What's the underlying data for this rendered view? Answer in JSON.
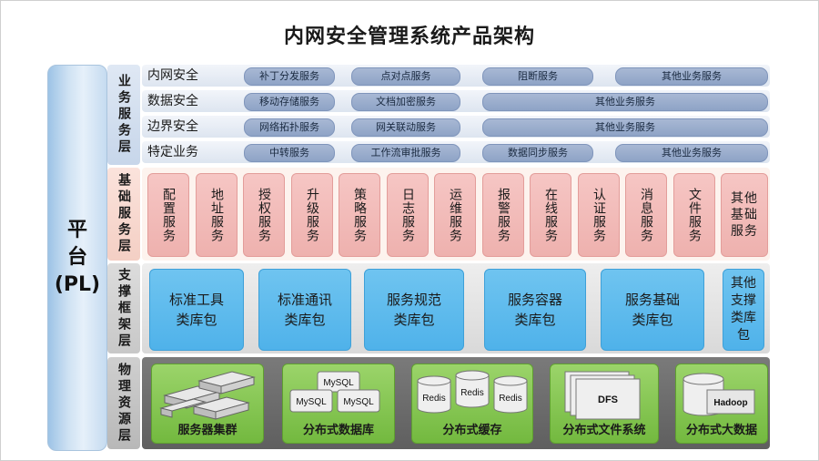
{
  "title": "内网安全管理系统产品架构",
  "platform": {
    "line1": "平",
    "line2": "台",
    "line3": "(PL)"
  },
  "layers": {
    "business": {
      "label": "业务服务层",
      "rows": [
        {
          "name": "内网安全",
          "items": [
            "补丁分发服务",
            "点对点服务",
            "阻断服务",
            "其他业务服务"
          ]
        },
        {
          "name": "数据安全",
          "items": [
            "移动存储服务",
            "文档加密服务",
            "其他业务服务"
          ]
        },
        {
          "name": "边界安全",
          "items": [
            "网络拓扑服务",
            "网关联动服务",
            "其他业务服务"
          ]
        },
        {
          "name": "特定业务",
          "items": [
            "中转服务",
            "工作流审批服务",
            "数据同步服务",
            "其他业务服务"
          ]
        }
      ]
    },
    "base": {
      "label": "基础服务层",
      "items": [
        "配置服务",
        "地址服务",
        "授权服务",
        "升级服务",
        "策略服务",
        "日志服务",
        "运维服务",
        "报警服务",
        "在线服务",
        "认证服务",
        "消息服务",
        "文件服务",
        "其他基础服务"
      ]
    },
    "support": {
      "label": "支撑框架层",
      "items": [
        "标准工具\n类库包",
        "标准通讯\n类库包",
        "服务规范\n类库包",
        "服务容器\n类库包",
        "服务基础\n类库包",
        "其他\n支撑\n类库\n包"
      ]
    },
    "physical": {
      "label": "物理资源层",
      "items": [
        {
          "label": "服务器集群",
          "icon": "server-cluster-icon"
        },
        {
          "label": "分布式数据库",
          "icon": "database-icon",
          "tags": [
            "MySQL",
            "MySQL",
            "MySQL"
          ]
        },
        {
          "label": "分布式缓存",
          "icon": "cache-icon",
          "tags": [
            "Redis",
            "Redis",
            "Redis"
          ]
        },
        {
          "label": "分布式文件系统",
          "icon": "file-system-icon",
          "tags": [
            "DFS"
          ]
        },
        {
          "label": "分布式大数据",
          "icon": "big-data-icon",
          "tags": [
            "Hadoop"
          ]
        }
      ]
    }
  }
}
